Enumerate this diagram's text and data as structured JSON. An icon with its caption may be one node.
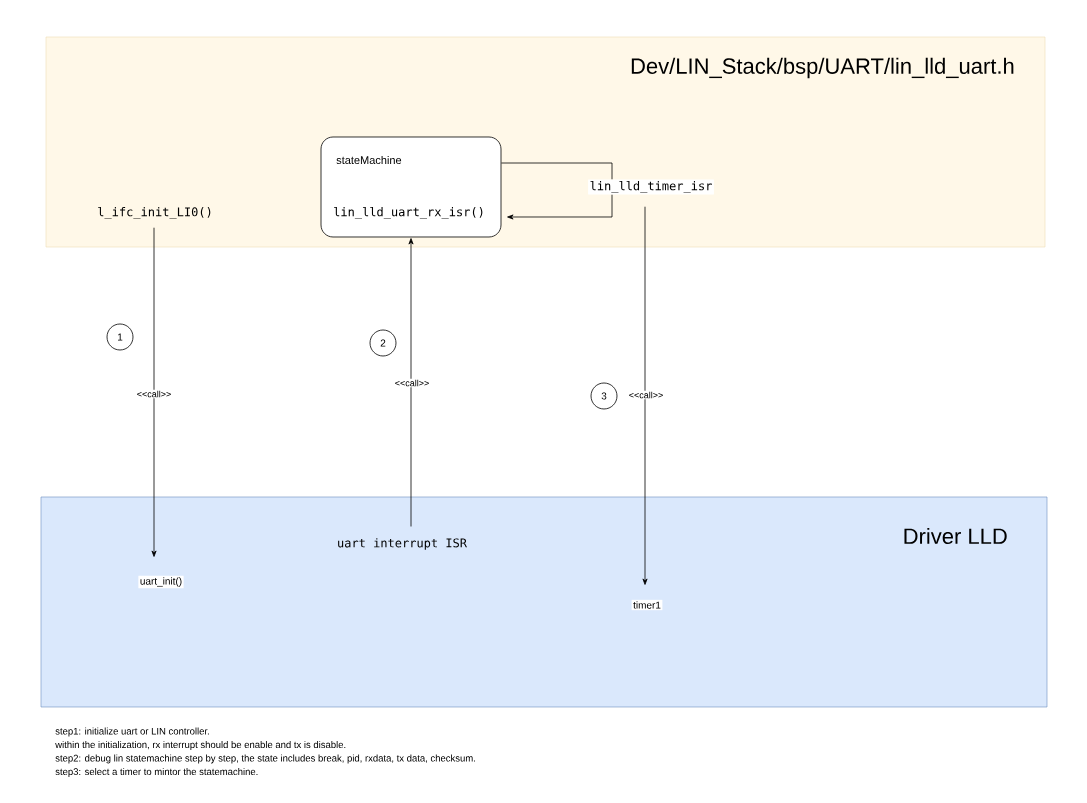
{
  "diagram": {
    "nodes": [
      {
        "text": [
          "Dev/LIN_Stack/bsp/UART/lin_lld_uart.h"
        ]
      },
      {
        "text": [
          "stateMachine",
          "lin_lld_uart_rx_isr()"
        ],
        "in": 0
      },
      {
        "text": [
          "l_ifc_init_LI0()"
        ],
        "in": 0
      },
      {
        "text": [
          "lin_lld_timer_isr"
        ],
        "in": 0
      },
      {
        "text": [
          "Driver LLD"
        ]
      },
      {
        "text": [
          "uart_init()"
        ],
        "in": 4
      },
      {
        "text": [
          "uart interrupt ISR"
        ],
        "in": 4
      },
      {
        "text": [
          "timer1"
        ],
        "in": 4
      },
      {
        "text": [
          "1"
        ]
      },
      {
        "text": [
          "2"
        ]
      },
      {
        "text": [
          "3"
        ]
      }
    ],
    "edges": [
      {
        "from": 2,
        "to": 5,
        "arrow": "to",
        "label": "<<call>>"
      },
      {
        "from": 6,
        "to": 1,
        "arrow": "to",
        "label": "<<call>>"
      },
      {
        "from": 3,
        "to": 7,
        "arrow": "to",
        "label": "<<call>>"
      },
      {
        "from": 1,
        "to": 3,
        "arrow": "none"
      },
      {
        "from": 3,
        "to": 1,
        "arrow": "to"
      }
    ],
    "labels": [
      "step1: initialize uart or LIN controller.",
      "within the initialization, rx interrupt should be enable and tx is disable.",
      "step2: debug lin statemachine step by step, the state includes break, pid, rxdata, tx data, checksum.",
      "step3: select a timer to mintor the statemachine."
    ]
  }
}
